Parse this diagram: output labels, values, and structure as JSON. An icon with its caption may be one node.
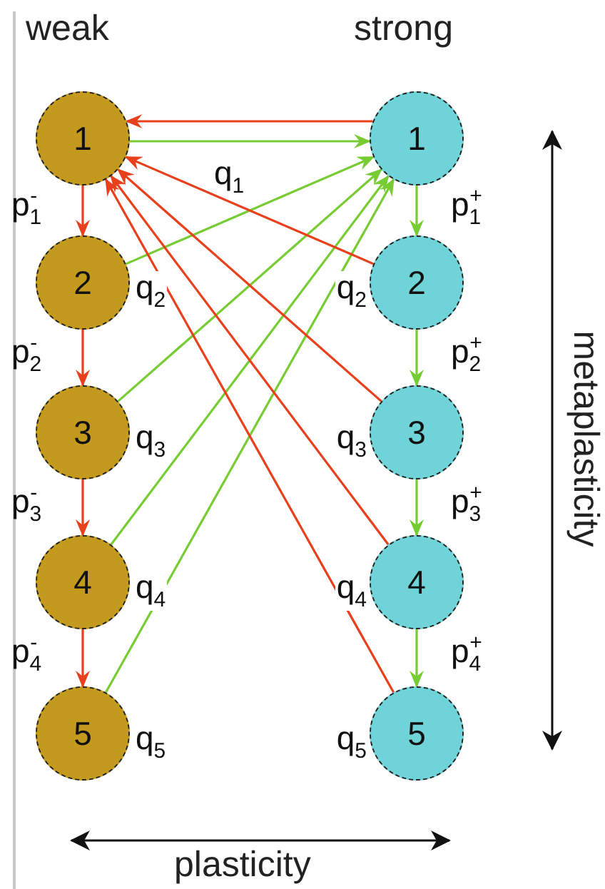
{
  "diagram": {
    "nodes": [
      {
        "text": [
          "1"
        ]
      },
      {
        "text": [
          "2"
        ],
        "beside": [
          "q$_{2}$"
        ]
      },
      {
        "text": [
          "3"
        ],
        "beside": [
          "q$_{3}$"
        ]
      },
      {
        "text": [
          "4"
        ],
        "beside": [
          "q$_{4}$"
        ]
      },
      {
        "text": [
          "5"
        ],
        "beside": [
          "q$_{5}$"
        ]
      },
      {
        "text": [
          "1"
        ]
      },
      {
        "text": [
          "2"
        ],
        "beside": [
          "q$_{2}$"
        ]
      },
      {
        "text": [
          "3"
        ],
        "beside": [
          "q$_{3}$"
        ]
      },
      {
        "text": [
          "4"
        ],
        "beside": [
          "q$_{4}$"
        ]
      },
      {
        "text": [
          "5"
        ],
        "beside": [
          "q$_{5}$"
        ]
      }
    ],
    "edges": [
      {
        "from": 5,
        "to": 0,
        "arrow": "to",
        "color": "#e8401c"
      },
      {
        "from": 0,
        "to": 5,
        "arrow": "to",
        "color": "#77cc33",
        "label": "q$_{1}$"
      },
      {
        "from": 0,
        "to": 1,
        "arrow": "to",
        "color": "#e8401c",
        "label": "p$_{1}$$^{-}$"
      },
      {
        "from": 1,
        "to": 2,
        "arrow": "to",
        "color": "#e8401c",
        "label": "p$_{2}$$^{-}$"
      },
      {
        "from": 2,
        "to": 3,
        "arrow": "to",
        "color": "#e8401c",
        "label": "p$_{3}$$^{-}$"
      },
      {
        "from": 3,
        "to": 4,
        "arrow": "to",
        "color": "#e8401c",
        "label": "p$_{4}$$^{-}$"
      },
      {
        "from": 5,
        "to": 6,
        "arrow": "to",
        "color": "#77cc33",
        "label": "p$_{1}$$^{+}$"
      },
      {
        "from": 6,
        "to": 7,
        "arrow": "to",
        "color": "#77cc33",
        "label": "p$_{2}$$^{+}$"
      },
      {
        "from": 7,
        "to": 8,
        "arrow": "to",
        "color": "#77cc33",
        "label": "p$_{3}$$^{+}$"
      },
      {
        "from": 8,
        "to": 9,
        "arrow": "to",
        "color": "#77cc33",
        "label": "p$_{4}$$^{+}$"
      },
      {
        "from": 1,
        "to": 5,
        "arrow": "to",
        "color": "#77cc33"
      },
      {
        "from": 2,
        "to": 5,
        "arrow": "to",
        "color": "#77cc33"
      },
      {
        "from": 3,
        "to": 5,
        "arrow": "to",
        "color": "#77cc33"
      },
      {
        "from": 4,
        "to": 5,
        "arrow": "to",
        "color": "#77cc33"
      },
      {
        "from": 6,
        "to": 0,
        "arrow": "to",
        "color": "#e8401c"
      },
      {
        "from": 7,
        "to": 0,
        "arrow": "to",
        "color": "#e8401c"
      },
      {
        "from": 8,
        "to": 0,
        "arrow": "to",
        "color": "#e8401c"
      },
      {
        "from": 9,
        "to": 0,
        "arrow": "to",
        "color": "#e8401c"
      }
    ],
    "labels": [
      "weak",
      "strong",
      "metaplasticity",
      "plasticity"
    ]
  }
}
